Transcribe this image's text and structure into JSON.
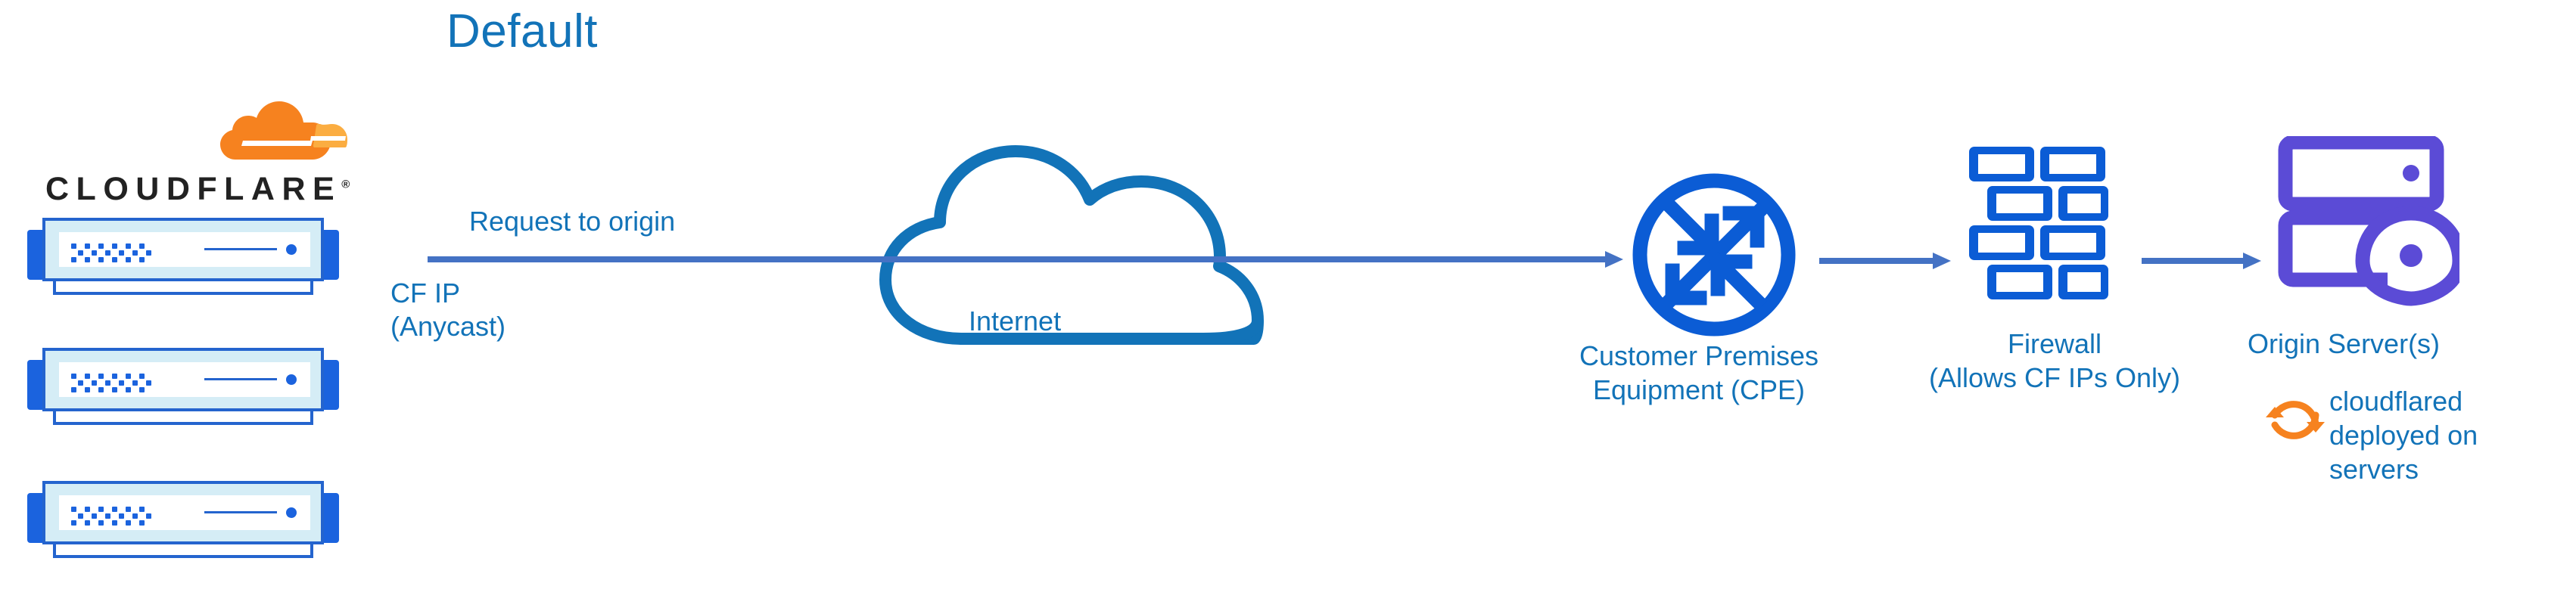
{
  "diagram": {
    "title": "Default",
    "brand": {
      "wordmark": "CLOUDFLARE",
      "registered_mark": "®",
      "logo_icon": "cloudflare-cloud-logo",
      "orange_dark": "#F6821F",
      "orange_light": "#FBAD41",
      "wordmark_color": "#222222"
    },
    "colors": {
      "label_blue": "#1273B8",
      "arrow_blue": "#4472C4",
      "node_blue": "#0B5CD5",
      "server_blue": "#2464CE",
      "server_fill": "#D5EDF6",
      "origin_purple": "#5B4BD6",
      "accent_orange": "#F6821F"
    },
    "edge_computing": {
      "name": "cloudflare-edge-servers",
      "server_count": 3,
      "server_icon": "rack-server-icon",
      "ip_label": "CF IP\n(Anycast)",
      "ip_label_lines": [
        "CF IP",
        "(Anycast)"
      ]
    },
    "flow": {
      "request_label": "Request to origin",
      "arrow_icon": "right-arrow-icon"
    },
    "nodes": [
      {
        "id": "internet",
        "label": "Internet",
        "icon": "cloud-icon",
        "color": "#1273B8"
      },
      {
        "id": "cpe",
        "label_lines": [
          "Customer Premises",
          "Equipment (CPE)"
        ],
        "label": "Customer Premises Equipment (CPE)",
        "icon": "router-icon",
        "color": "#0B5CD5"
      },
      {
        "id": "firewall",
        "label_lines": [
          "Firewall",
          "(Allows CF IPs Only)"
        ],
        "label": "Firewall (Allows CF IPs Only)",
        "icon": "brick-wall-icon",
        "color": "#0B5CD5"
      },
      {
        "id": "origin",
        "label_lines": [
          "Origin Server(s)"
        ],
        "label": "Origin Server(s)",
        "icon": "server-rack-location-pin-icon",
        "color": "#5B4BD6"
      }
    ],
    "annotation": {
      "icon": "refresh-sync-icon",
      "icon_color": "#F6821F",
      "text": "cloudflared deployed on servers",
      "text_lines": [
        "cloudflared",
        "deployed on",
        "servers"
      ]
    }
  }
}
